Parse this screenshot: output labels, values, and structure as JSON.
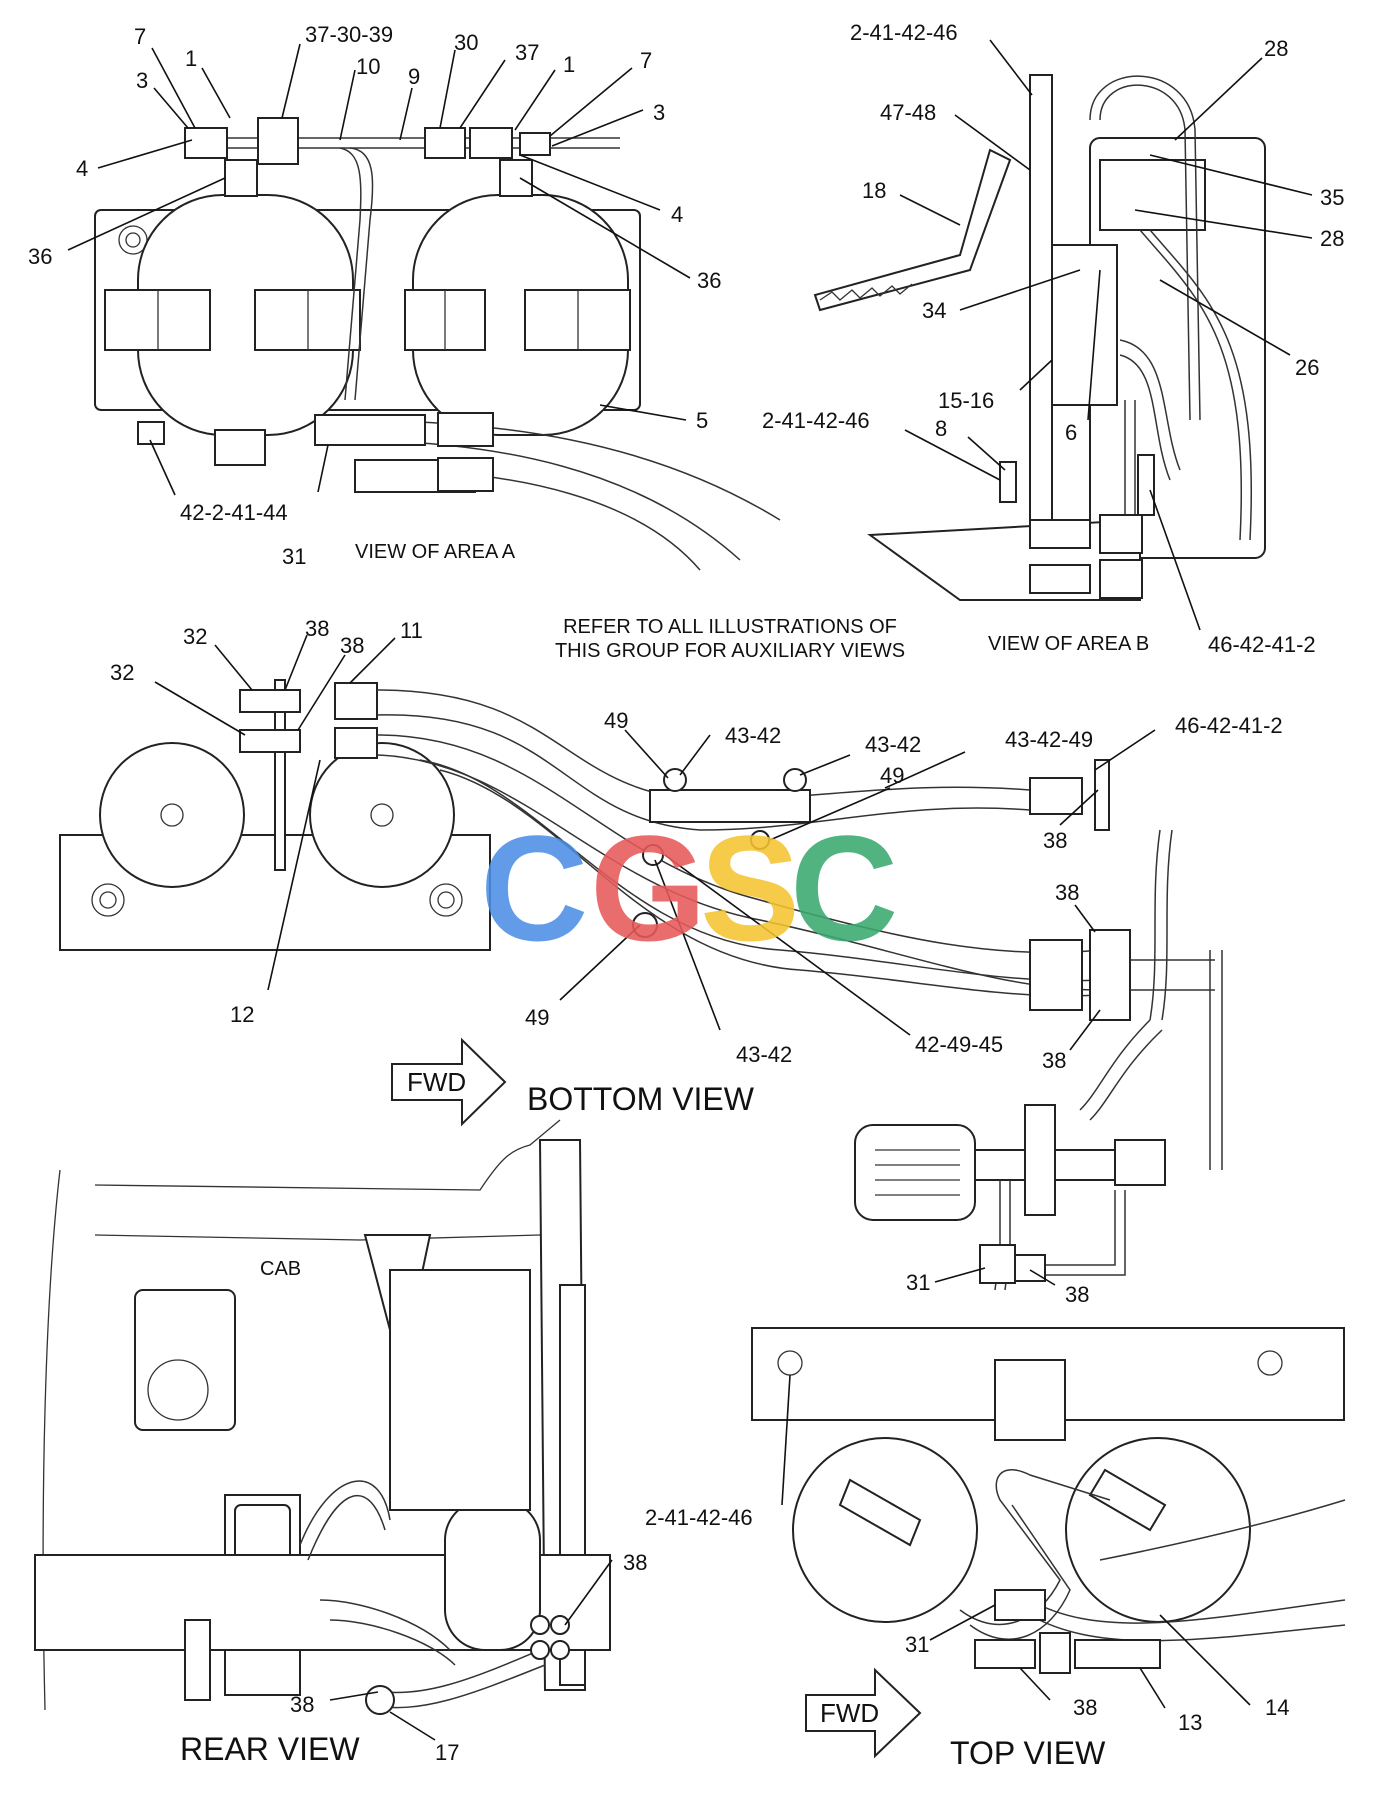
{
  "views": {
    "area_a": "VIEW OF AREA A",
    "area_b": "VIEW OF AREA B",
    "bottom": "BOTTOM VIEW",
    "rear": "REAR VIEW",
    "top": "TOP VIEW"
  },
  "note": {
    "line1": "REFER TO ALL ILLUSTRATIONS OF",
    "line2": "THIS GROUP FOR AUXILIARY VIEWS"
  },
  "fwd_label": "FWD",
  "cab_label": "CAB",
  "watermark": {
    "text": "CGSC",
    "colors": [
      "#4d8fe6",
      "#e85a5a",
      "#f4c430",
      "#3aaa6f"
    ]
  },
  "callouts": {
    "a": [
      "7",
      "1",
      "3",
      "4",
      "36",
      "37-30-39",
      "10",
      "9",
      "30",
      "37",
      "1",
      "7",
      "3",
      "4",
      "36",
      "5",
      "42-2-41-44",
      "31"
    ],
    "b": [
      "2-41-42-46",
      "28",
      "47-48",
      "18",
      "35",
      "28",
      "34",
      "26",
      "15-16",
      "6",
      "2-41-42-46",
      "8",
      "46-42-41-2"
    ],
    "bottom": [
      "32",
      "38",
      "38",
      "11",
      "32",
      "49",
      "43-42",
      "43-42",
      "43-42-49",
      "46-42-41-2",
      "49",
      "38",
      "38",
      "12",
      "49",
      "43-42",
      "42-49-45",
      "38",
      "31",
      "38"
    ],
    "rear": [
      "38",
      "38",
      "17"
    ],
    "top": [
      "2-41-42-46",
      "31",
      "38",
      "13",
      "14"
    ]
  }
}
